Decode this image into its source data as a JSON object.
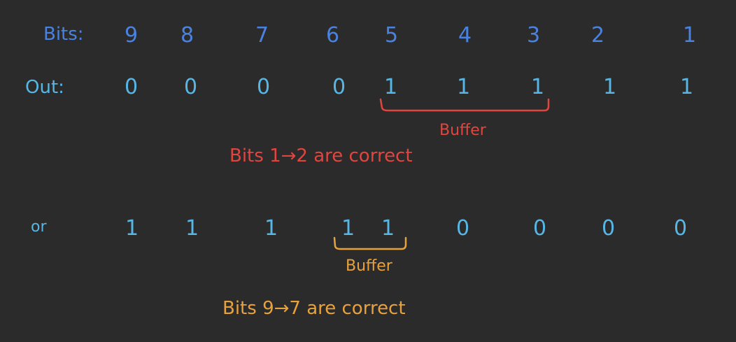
{
  "colors": {
    "background": "#2b2b2b",
    "bit_labels": "#4a82e0",
    "values": "#58b6e4",
    "case1": "#e0463f",
    "case2": "#e8a23d"
  },
  "header": {
    "label": "Bits:",
    "bits": [
      "9",
      "8",
      "7",
      "6",
      "5",
      "4",
      "3",
      "2",
      "1"
    ]
  },
  "row1": {
    "label": "Out:",
    "values": [
      "0",
      "0",
      "0",
      "0",
      "1",
      "1",
      "1",
      "1",
      "1"
    ]
  },
  "case1": {
    "buffer_label": "Buffer",
    "note": "Bits 1→2 are correct"
  },
  "row2": {
    "label": "or",
    "values": [
      "1",
      "1",
      "1",
      "1",
      "1",
      "0",
      "0",
      "0",
      "0"
    ]
  },
  "case2": {
    "buffer_label": "Buffer",
    "note": "Bits 9→7 are correct"
  }
}
